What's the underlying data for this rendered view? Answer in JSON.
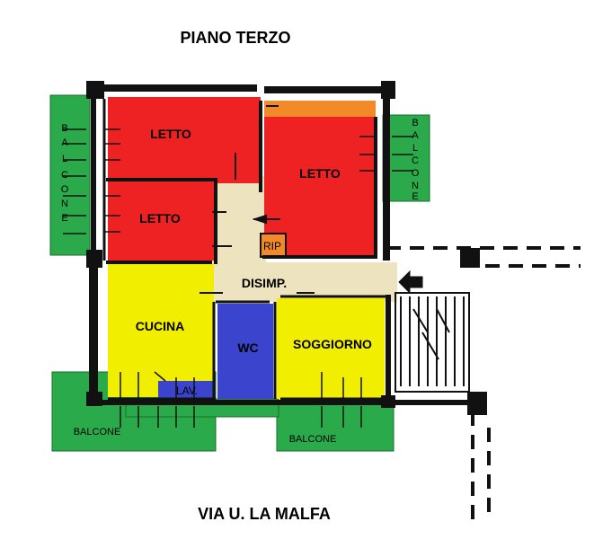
{
  "title": "PIANO TERZO",
  "street": "VIA U. LA MALFA",
  "rooms": {
    "letto_top_left": "LETTO",
    "letto_mid_left": "LETTO",
    "letto_right": "LETTO",
    "ripostiglio": "RIP",
    "disimpegno": "DISIMP.",
    "cucina": "CUCINA",
    "wc": "WC",
    "soggiorno": "SOGGIORNO",
    "lavanderia": "LAV."
  },
  "balconies": {
    "bottom_left": "BALCONE",
    "bottom_right": "BALCONE",
    "left_letters": [
      "B",
      "A",
      "L",
      "C",
      "O",
      "N",
      "E"
    ],
    "right_letters": [
      "B",
      "A",
      "L",
      "C",
      "O",
      "N",
      "E"
    ]
  },
  "colors": {
    "bedroom": "#ee2222",
    "kitchen": "#f2ee00",
    "living": "#f2ee00",
    "corridor": "#ede3bf",
    "bathroom": "#3a44cc",
    "storage": "#f28a2a",
    "balcony": "#2aaa4a",
    "wall": "#111111"
  }
}
